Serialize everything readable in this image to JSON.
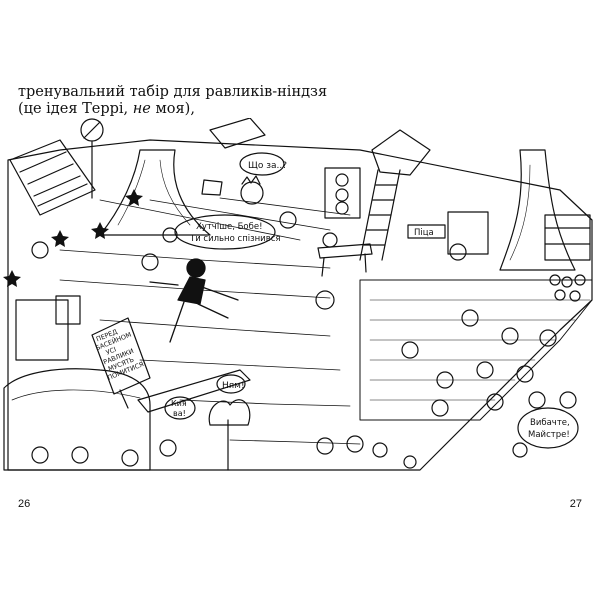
{
  "caption": {
    "line1": "тренувальний табір для равликів-ніндзя",
    "line2_prefix": "(це ідея Террі, ",
    "line2_emph": "не",
    "line2_suffix": " моя),"
  },
  "bubbles": {
    "what": "Що за..?",
    "faster_1": "Хутчіше, Бобе!",
    "faster_2": "Ти сильно спізнився",
    "pizza": "Піца",
    "yum": "Ням!",
    "kiya_1": "Кия",
    "kiya_2": "ва!",
    "master_1": "Вибачте,",
    "master_2": "Майстре!",
    "sign_1": "ПЕРЕД",
    "sign_2": "БАСЕЙНОМ",
    "sign_3": "УСІ",
    "sign_4": "РАВЛИКИ",
    "sign_5": "МУСЯТЬ",
    "sign_6": "ПОМИТИСЯ!"
  },
  "pages": {
    "left": "26",
    "right": "27"
  }
}
